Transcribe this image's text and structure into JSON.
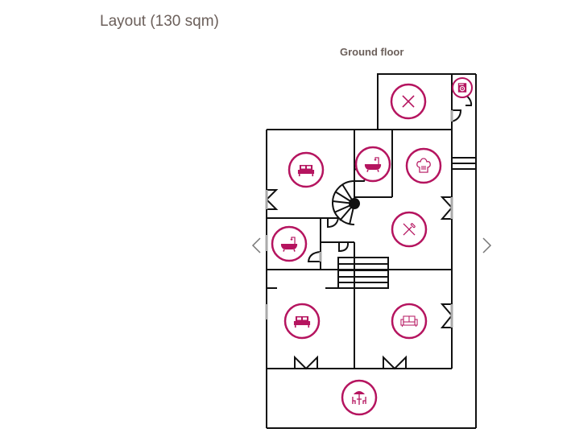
{
  "page": {
    "title": "Layout (130 sqm)",
    "floor_label": "Ground floor"
  },
  "navigation": {
    "prev_icon": "chevron-left-icon",
    "next_icon": "chevron-right-icon"
  },
  "colors": {
    "accent": "#b5145f",
    "wall": "#111111",
    "door_jamb": "#aaaaaa",
    "text": "#6b5f5a",
    "nav": "#777777"
  },
  "rooms": [
    {
      "id": "storage",
      "icon": "cross-icon"
    },
    {
      "id": "laundry",
      "icon": "washing-machine-icon"
    },
    {
      "id": "bedroom-1",
      "icon": "bed-icon"
    },
    {
      "id": "bathroom-1",
      "icon": "bathtub-icon"
    },
    {
      "id": "kitchen",
      "icon": "chef-hat-icon"
    },
    {
      "id": "dining",
      "icon": "cutlery-icon"
    },
    {
      "id": "bathroom-2",
      "icon": "bathtub-icon"
    },
    {
      "id": "bedroom-2",
      "icon": "bed-icon"
    },
    {
      "id": "living-room",
      "icon": "sofa-icon"
    },
    {
      "id": "terrace",
      "icon": "parasol-table-icon"
    }
  ]
}
